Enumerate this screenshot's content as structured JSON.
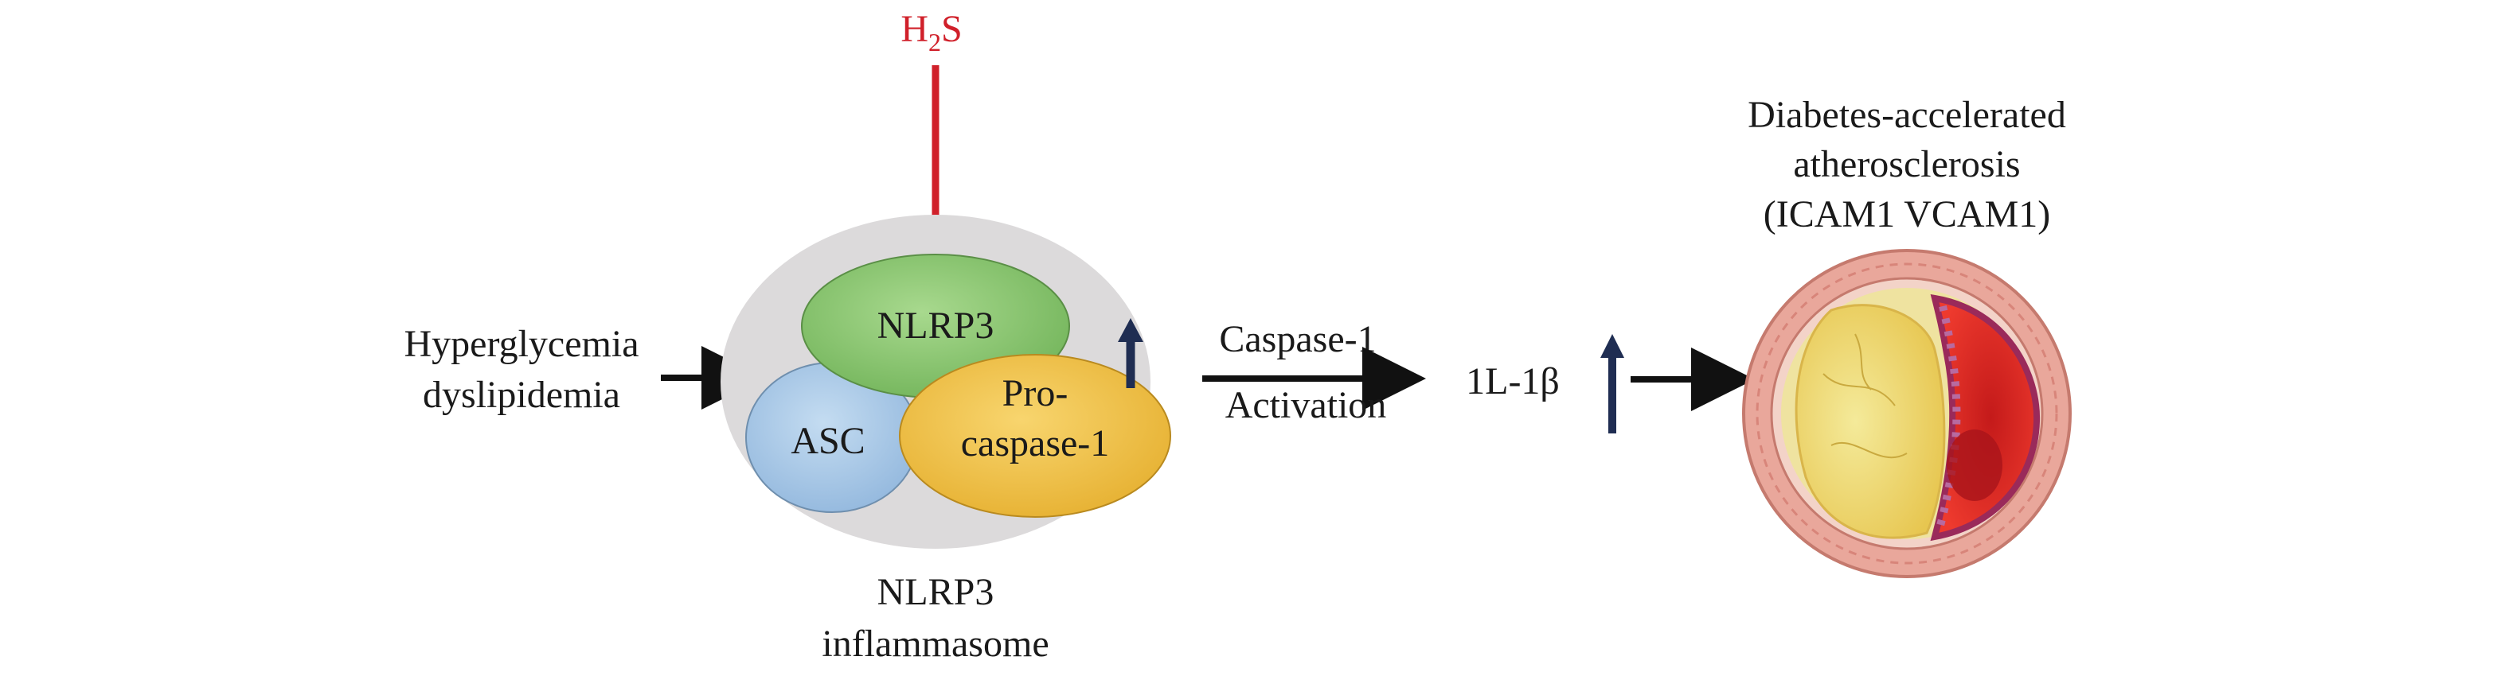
{
  "inhibitor": {
    "text": "H",
    "subscript": "2",
    "suffix": "S"
  },
  "input": {
    "line1": "Hyperglycemia",
    "line2": "dyslipidemia"
  },
  "complex": {
    "nlrp3": "NLRP3",
    "asc": "ASC",
    "procaspase_line1": "Pro-",
    "procaspase_line2": "caspase-1",
    "caption_line1": "NLRP3",
    "caption_line2": "inflammasome"
  },
  "step": {
    "line1": "Caspase-1",
    "line2": "Activation"
  },
  "cytokine": {
    "label": "1L-1β"
  },
  "outcome": {
    "line1": "Diabetes-accelerated",
    "line2": "atherosclerosis",
    "line3": "(ICAM1 VCAM1)"
  },
  "colors": {
    "inhibition": "#d0202a",
    "up_arrow": "#1f2d52",
    "complex_bg": "#dcdadb",
    "nlrp3_fill": "#8fcb75",
    "asc_fill": "#a9c8e6",
    "procaspase_fill": "#f2c64a",
    "vessel_wall": "#e8a49a",
    "plaque": "#f0d96a",
    "lumen": "#e02a25"
  },
  "icons": [
    "inhibition-bar-icon",
    "up-arrow-icon",
    "right-arrow-icon",
    "artery-cross-section-icon"
  ]
}
